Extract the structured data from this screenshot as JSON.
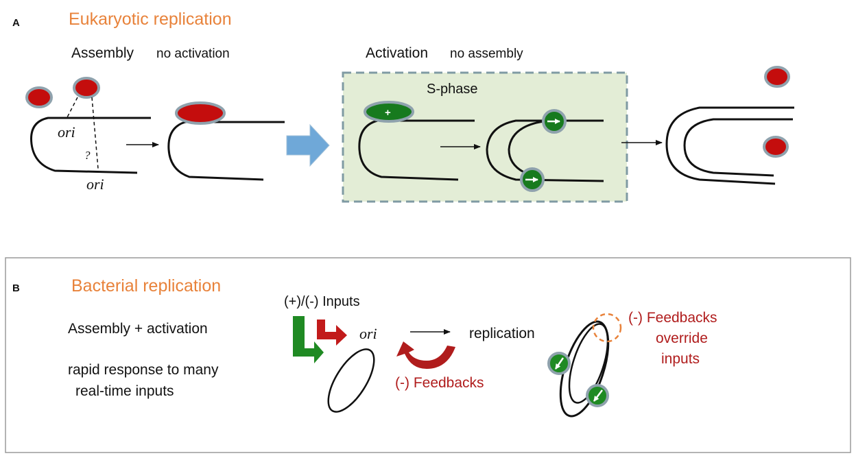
{
  "panel_a": {
    "letter": "A",
    "title": "Eukaryotic replication",
    "assembly_heading": "Assembly",
    "assembly_note": "no activation",
    "activation_heading": "Activation",
    "activation_note": "no assembly",
    "phase_label": "S-phase",
    "ori_label_1": "ori",
    "ori_label_2": "ori",
    "question_mark": "?",
    "plus_sign": "+"
  },
  "panel_b": {
    "letter": "B",
    "title": "Bacterial replication",
    "assembly_line": "Assembly  + activation",
    "response_line_1": "rapid  response  to many",
    "response_line_2": "real-time  inputs",
    "inputs_label": "(+)/(-)  Inputs",
    "ori_label": "ori",
    "replication_label": "replication",
    "feedback_label": "(-) Feedbacks",
    "override_line_1": "(-)  Feedbacks",
    "override_line_2": "override",
    "override_line_3": "inputs"
  },
  "colors": {
    "title_orange": "#e8823a",
    "protein_red": "#c40d0d",
    "protein_border": "#8fa2ad",
    "helicase_green": "#177a1e",
    "s_phase_fill": "#e3edd6",
    "s_phase_border": "#7f9aa3",
    "big_arrow_blue": "#6fa8d8",
    "feedback_red": "#b01c1c",
    "input_green": "#1f8a23",
    "input_red": "#c21b1b"
  }
}
